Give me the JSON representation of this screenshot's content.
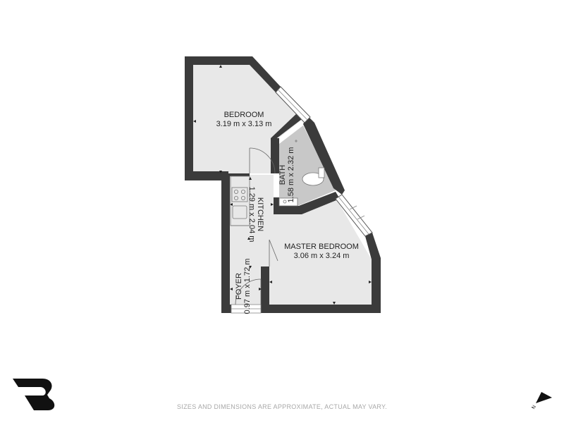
{
  "rooms": {
    "bedroom": {
      "name": "BEDROOM",
      "dimensions": "3.19 m x 3.13 m"
    },
    "bath": {
      "name": "BATH",
      "dimensions": "1.58 m x 2.32 m"
    },
    "kitchen": {
      "name": "KITCHEN",
      "dimensions": "1.29 m x 2.04 m"
    },
    "master_bedroom": {
      "name": "MASTER BEDROOM",
      "dimensions": "3.06 m x 3.24 m"
    },
    "foyer": {
      "name": "FOYER",
      "dimensions": "0.97 m x 1.72 m"
    }
  },
  "disclaimer": "SIZES AND DIMENSIONS ARE APPROXIMATE, ACTUAL MAY VARY.",
  "compass": {
    "label": "N"
  },
  "colors": {
    "wall": "#3b3b3b",
    "floor": "#e8e8e8",
    "bath_floor": "#c8c8c8",
    "logo": "#111111",
    "disclaimer": "#a8a8a8"
  }
}
